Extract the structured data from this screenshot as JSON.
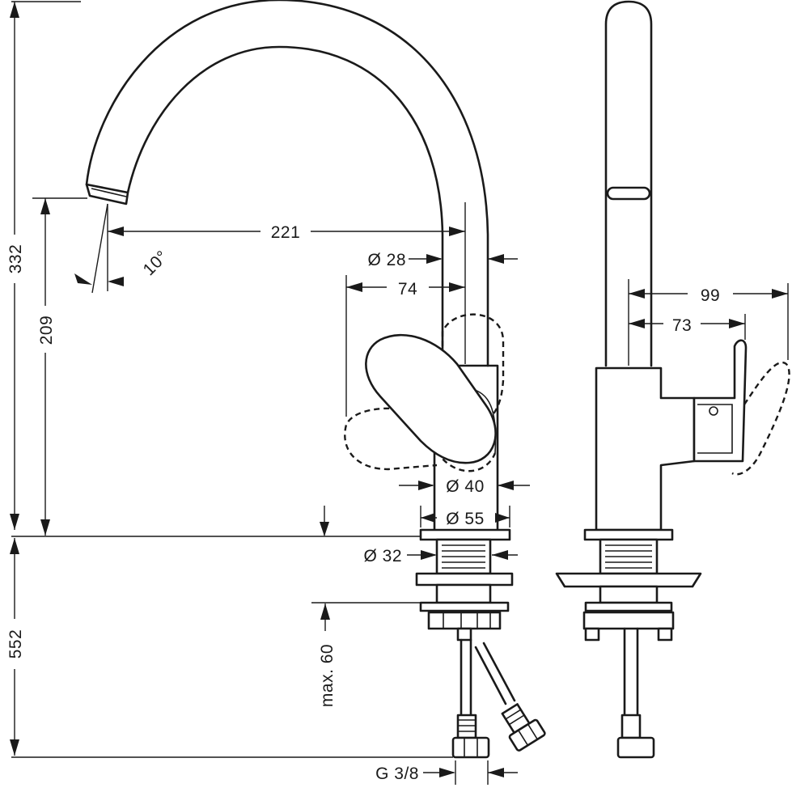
{
  "dimensions": {
    "total_height": "332",
    "spout_height": "209",
    "below_counter": "552",
    "reach": "221",
    "swivel_angle": "10°",
    "spout_diameter": "Ø 28",
    "handle_offset": "74",
    "body_diameter": "Ø 40",
    "base_diameter": "Ø 55",
    "shank_diameter": "Ø 32",
    "max_counter_thickness": "max. 60",
    "connection_thread": "G 3/8",
    "side_overall_depth": "99",
    "side_handle_depth": "73"
  }
}
